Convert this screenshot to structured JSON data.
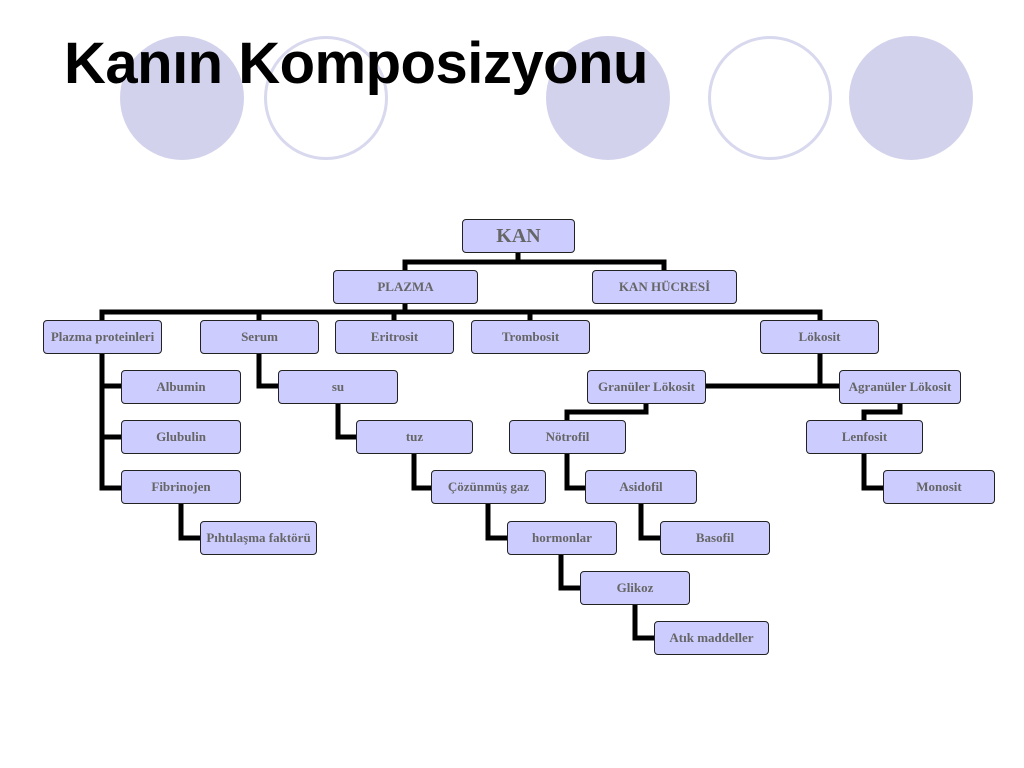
{
  "slide": {
    "title": "Kanın Komposizyonu"
  },
  "diagram": {
    "root": "KAN",
    "plazma": "PLAZMA",
    "kan_hucresi": "KAN HÜCRESİ",
    "plazma_proteinleri": "Plazma proteinleri",
    "serum": "Serum",
    "eritrosit": "Eritrosit",
    "trombosit": "Trombosit",
    "lokosit": "Lökosit",
    "albumin": "Albumin",
    "globulin": "Glubulin",
    "fibrinojen": "Fibrinojen",
    "pihtilasma_faktoru": "Pıhtılaşma faktörü",
    "su": "su",
    "tuz": "tuz",
    "cozunmus_gaz": "Çözünmüş gaz",
    "hormonlar": "hormonlar",
    "glikoz": "Glikoz",
    "atik_maddeller": "Atık maddeller",
    "granuler_lokosit": "Granüler Lökosit",
    "agranuler_lokosit": "Agranüler Lökosit",
    "notrofil": "Nötrofil",
    "asidofil": "Asidofil",
    "basofil": "Basofil",
    "lenfosit": "Lenfosit",
    "monosit": "Monosit"
  },
  "colors": {
    "node_fill": "#ccccff",
    "node_text": "#666666",
    "connector": "#000000",
    "decor_circle": "#d2d2ec"
  }
}
